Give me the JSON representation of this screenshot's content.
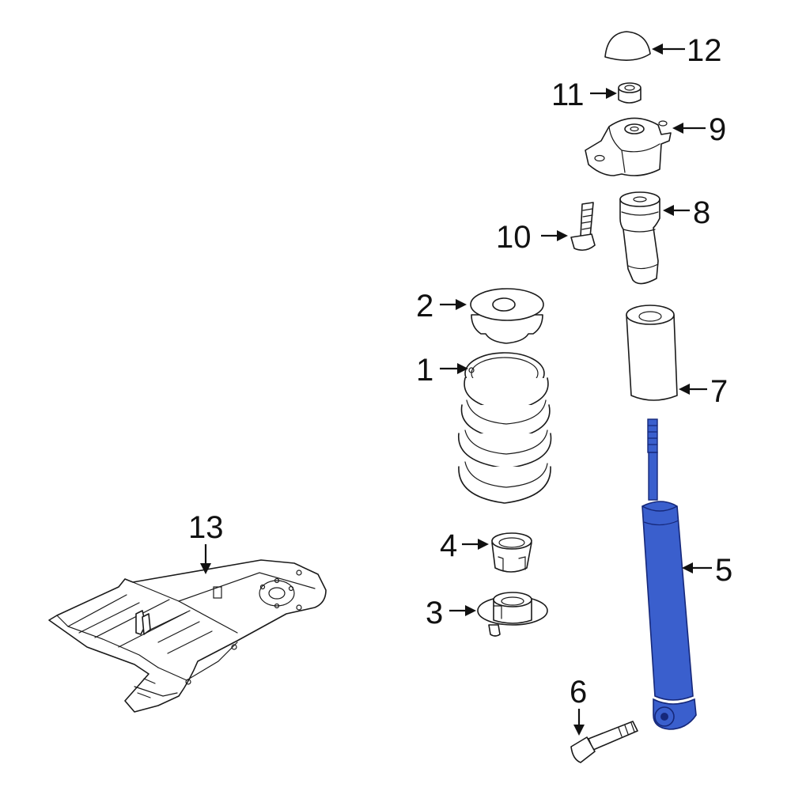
{
  "colors": {
    "highlight": "#3a5fcd",
    "highlight_dark": "#16287a",
    "line": "#1a1a1a",
    "background": "#ffffff"
  },
  "callouts": {
    "c1": "1",
    "c2": "2",
    "c3": "3",
    "c4": "4",
    "c5": "5",
    "c6": "6",
    "c7": "7",
    "c8": "8",
    "c9": "9",
    "c10": "10",
    "c11": "11",
    "c12": "12",
    "c13": "13"
  },
  "highlighted_part": "5"
}
